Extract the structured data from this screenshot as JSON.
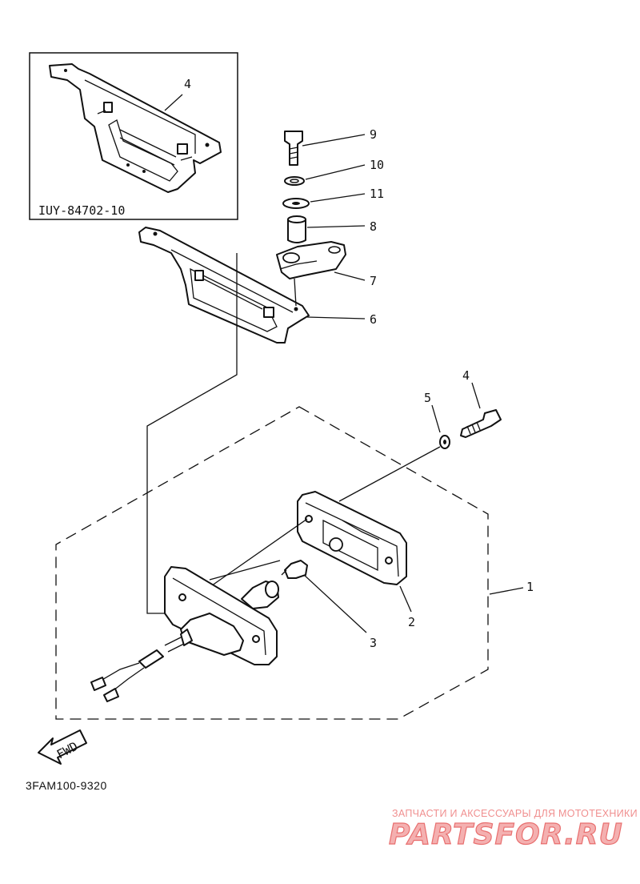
{
  "inset": {
    "part_code": "IUY-84702-10"
  },
  "callouts": {
    "c9": "9",
    "c10": "10",
    "c11": "11",
    "c8": "8",
    "c7": "7",
    "c6": "6",
    "c4_inset": "4",
    "c5": "5",
    "c4": "4",
    "c1": "1",
    "c2": "2",
    "c3": "3"
  },
  "direction": {
    "label": "FWD"
  },
  "diagram_code": "3FAM100-9320",
  "watermark": {
    "tagline": "ЗАПЧАСТИ И АКСЕССУАРЫ ДЛЯ МОТОТЕХНИКИ",
    "logo": "PARTSFOR.RU"
  }
}
